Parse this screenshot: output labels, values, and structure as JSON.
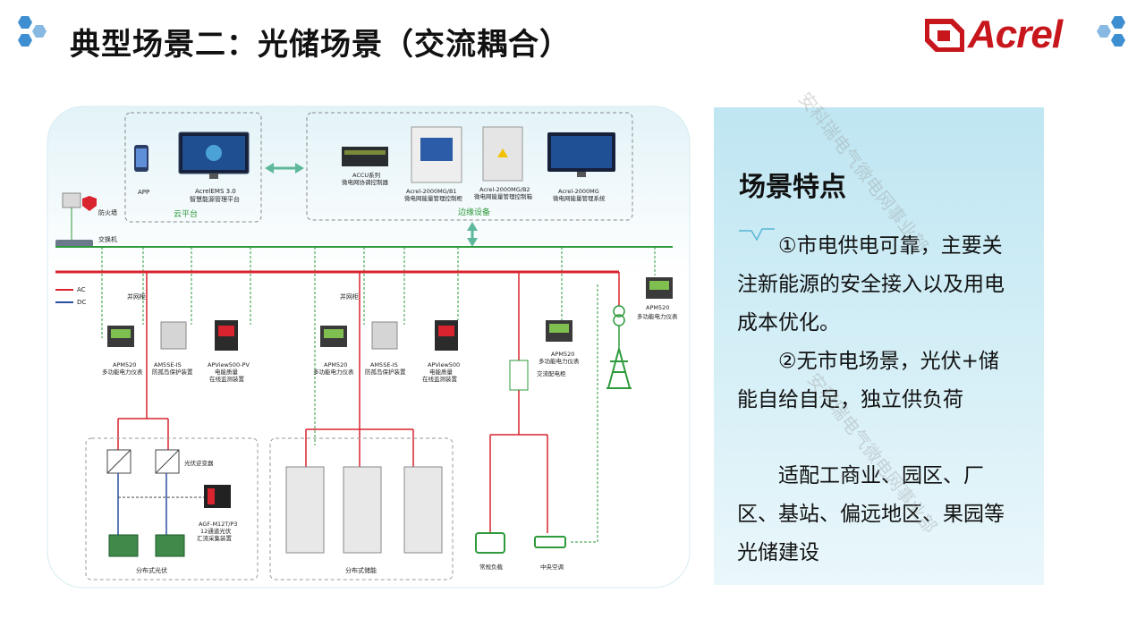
{
  "header": {
    "title": "典型场景二：光储场景（交流耦合）",
    "logo": "Acrel"
  },
  "watermark": "安科瑞电气微电网事业部",
  "side_panel": {
    "heading": "场景特点",
    "para1": "①市电供电可靠，主要关注新能源的安全接入以及用电成本优化。",
    "para2": "②无市电场景，光伏+储能自给自足，独立供负荷",
    "para3": "适配工商业、园区、厂区、基站、偏远地区、果园等光储建设"
  },
  "diagram": {
    "cloud_group": "云平台",
    "edge_group": "边缘设备",
    "app": "APP",
    "ems_name": "AcrelEMS 3.0",
    "ems_desc": "智慧能源管理平台",
    "accu_name": "ACCU系列",
    "accu_desc": "微电网协调控制器",
    "b1_name": "Acrel-2000MG/B1",
    "b1_desc": "微电网能量管理控制柜",
    "b2_name": "Acrel-2000MG/B2",
    "b2_desc": "微电网能量管理控制箱",
    "mg_name": "Acrel-2000MG",
    "mg_desc": "微电网能量管理系统",
    "firewall": "防火墙",
    "switch": "交换机",
    "legend_ac": "AC",
    "legend_dc": "DC",
    "grid_cabinet": "并网柜",
    "apm520": "APM520",
    "meter_desc": "多功能电力仪表",
    "am5se": "AM5SE-IS",
    "am5se_desc": "防孤岛保护装置",
    "apview_pv": "APView500-PV",
    "apview": "APView500",
    "pq_desc1": "电能质量",
    "pq_desc2": "在线监测装置",
    "apm520_right": "APM520",
    "ac_dist_cabinet": "交流配电柜",
    "inverter": "光伏逆变器",
    "agf_name": "AGF-M12T/P3",
    "agf_desc1": "12通道光伏",
    "agf_desc2": "汇流采集装置",
    "pv_group": "分布式光伏",
    "storage_group": "分布式储能",
    "load_normal": "常规负载",
    "load_ac": "中央空调"
  },
  "colors": {
    "ac_line": "#d9232e",
    "dc_line": "#2a4fa0",
    "bus_green": "#2e9a3c",
    "accent_red": "#c8161d",
    "hex_blue": "#3d8fd1"
  }
}
